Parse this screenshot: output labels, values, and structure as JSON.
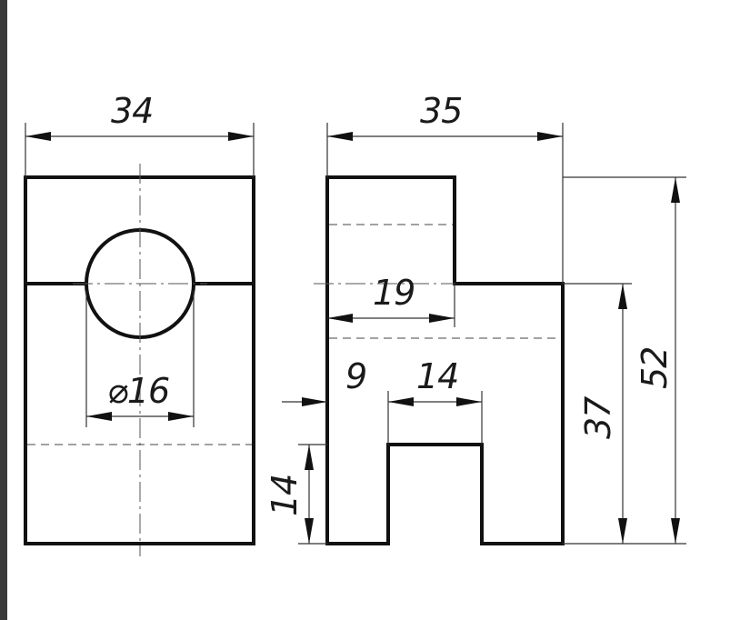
{
  "drawing": {
    "front_view": {
      "width_dim": "34",
      "hole_dim": "⌀16"
    },
    "side_view": {
      "width_dim": "35",
      "step_dim": "19",
      "slot_offset_dim": "9",
      "slot_width_dim": "14",
      "slot_height_dim": "14",
      "lower_height_dim": "37",
      "total_height_dim": "52"
    }
  }
}
